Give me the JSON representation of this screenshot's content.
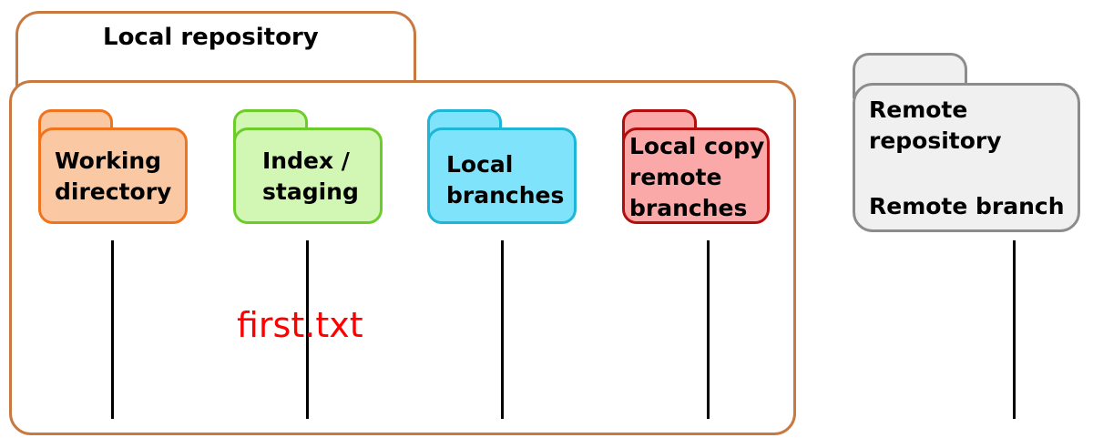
{
  "local_repository": {
    "title": "Local repository"
  },
  "areas": [
    {
      "line1": "Working",
      "line2": "directory"
    },
    {
      "line1": "Index /",
      "line2": "staging"
    },
    {
      "line1": "Local",
      "line2": "branches"
    },
    {
      "line1": "Local copy",
      "line2": "remote",
      "line3": "branches"
    }
  ],
  "remote_repository": {
    "line1": "Remote",
    "line2": "repository",
    "line3": "Remote branch"
  },
  "file": {
    "name": "first.txt"
  },
  "colors": {
    "local_repo_border": "#c87941",
    "working_fill": "#fbc8a4",
    "working_border": "#f0741e",
    "index_fill": "#d2f7b4",
    "index_border": "#6ccd2a",
    "branches_fill": "#7fe3fb",
    "branches_border": "#1eb6d6",
    "remote_copy_fill": "#fba8a8",
    "remote_copy_border": "#b20e0e",
    "remote_fill": "#f0f0f0",
    "remote_border": "#8c8c8c",
    "file_text": "#ff0000"
  }
}
